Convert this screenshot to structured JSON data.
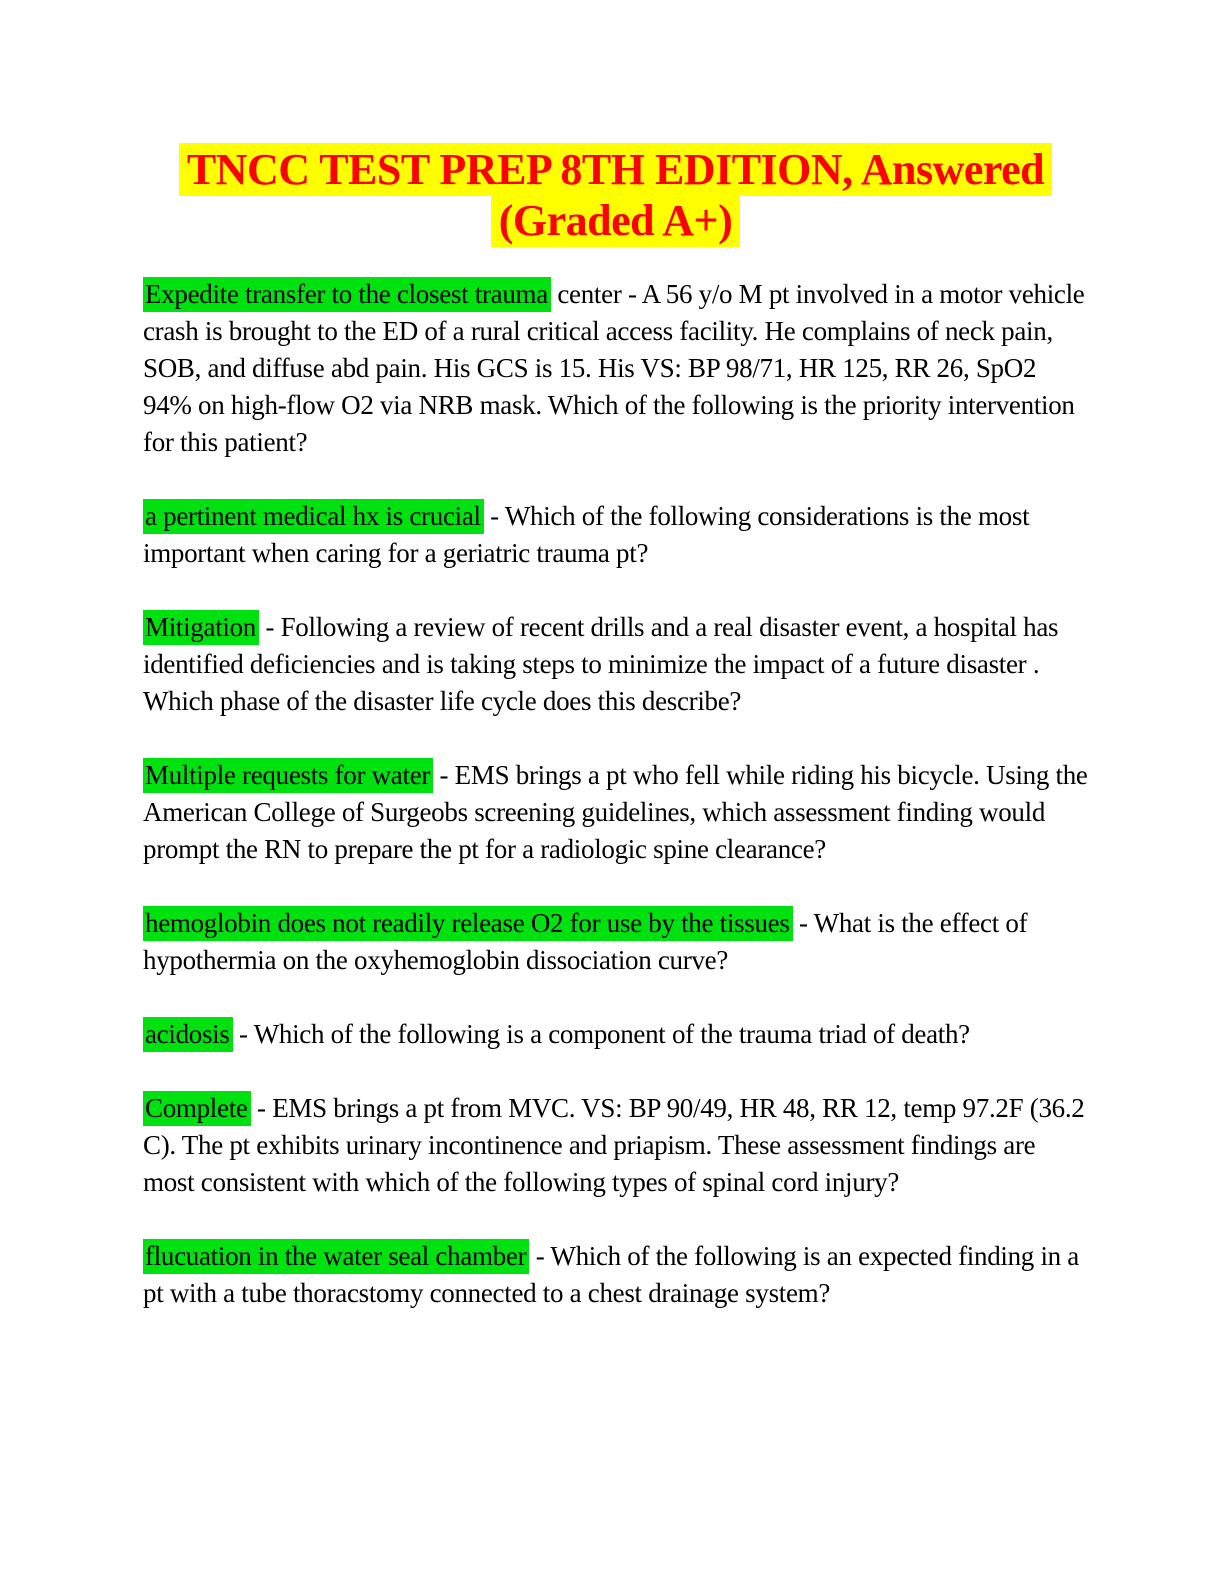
{
  "title": {
    "line1": "TNCC TEST PREP 8TH EDITION, Answered",
    "line2": "(Graded A+)"
  },
  "colors": {
    "title_text": "#ff0000",
    "title_highlight": "#ffff00",
    "answer_highlight": "#00e210",
    "body_text": "#000000",
    "page_background": "#ffffff"
  },
  "paragraphs": [
    {
      "highlight": "Expedite transfer to the closest trauma",
      "rest": "center - A 56 y/o M pt involved in a motor vehicle crash is brought to the ED of a rural critical access facility. He complains of neck pain, SOB, and diffuse abd pain. His GCS is 15. His VS: BP 98/71, HR 125, RR 26, SpO2 94% on high-flow O2 via NRB mask. Which of the following is the priority intervention for this patient?"
    },
    {
      "highlight": "a pertinent medical hx is crucial",
      "rest": "- Which of the following considerations is the most important when caring for a geriatric trauma pt?"
    },
    {
      "highlight": "Mitigation",
      "rest": "- Following a review of recent drills and a real disaster event, a hospital has identified deficiencies and is taking steps to minimize the impact of a future disaster . Which phase of the disaster life cycle does this describe?"
    },
    {
      "highlight": "Multiple requests for water",
      "rest": "- EMS brings a pt who fell while riding his bicycle. Using the American College of Surgeobs screening guidelines, which assessment finding would prompt the RN to prepare the pt for a radiologic spine clearance?"
    },
    {
      "highlight": "hemoglobin does not readily release O2 for use by the tissues",
      "rest": "- What is the effect of hypothermia on the oxyhemoglobin dissociation curve?"
    },
    {
      "highlight": "acidosis",
      "rest": "- Which of the following is a component of the trauma triad of death?"
    },
    {
      "highlight": "Complete",
      "rest": "- EMS brings a pt from MVC. VS: BP 90/49, HR 48, RR 12, temp 97.2F (36.2 C). The pt exhibits urinary incontinence and priapism. These assessment findings are most consistent with which of the following types of spinal cord injury?"
    },
    {
      "highlight": "flucuation in the water seal chamber",
      "rest": "- Which of the following is an expected finding in a pt with a tube thoracstomy connected to a chest drainage system?"
    }
  ]
}
